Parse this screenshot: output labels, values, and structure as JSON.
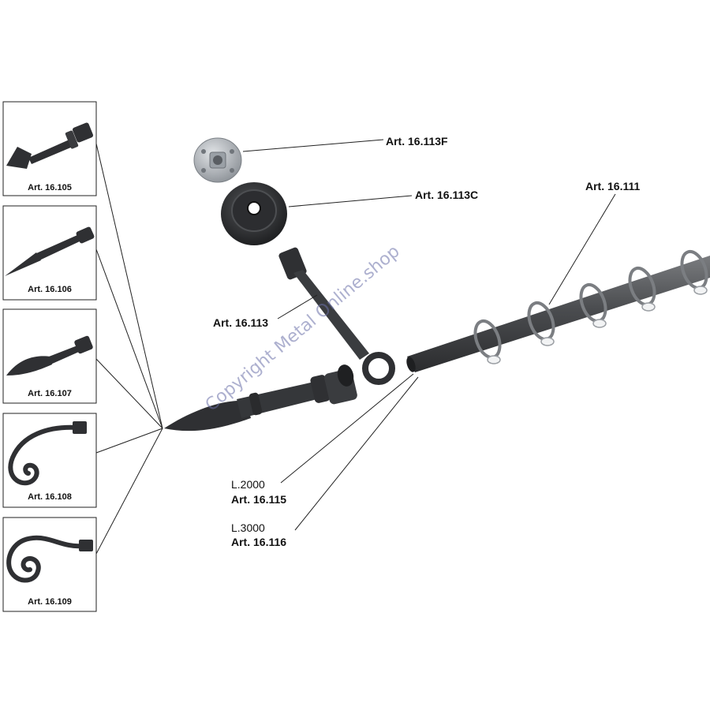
{
  "catalog": {
    "finials": [
      {
        "label": "Art. 16.105",
        "icon": "diamond-finial-icon"
      },
      {
        "label": "Art. 16.106",
        "icon": "spear-finial-icon"
      },
      {
        "label": "Art. 16.107",
        "icon": "leaf-finial-icon"
      },
      {
        "label": "Art. 16.108",
        "icon": "scroll-finial-icon"
      },
      {
        "label": "Art. 16.109",
        "icon": "curl-finial-icon"
      }
    ],
    "parts": {
      "fixing_plate": "Art. 16.113F",
      "cover_rosette": "Art. 16.113C",
      "bracket": "Art. 16.113",
      "rings": "Art. 16.111"
    },
    "rods": [
      {
        "length": "L.2000",
        "label": "Art. 16.115"
      },
      {
        "length": "L.3000",
        "label": "Art. 16.116"
      }
    ],
    "watermark": "Copyright Metal Online.shop"
  },
  "colors": {
    "iron": "#2f3033",
    "rod": "#4a4b4d",
    "ring": "#7b7e82",
    "zinc": "#b9bec3"
  }
}
